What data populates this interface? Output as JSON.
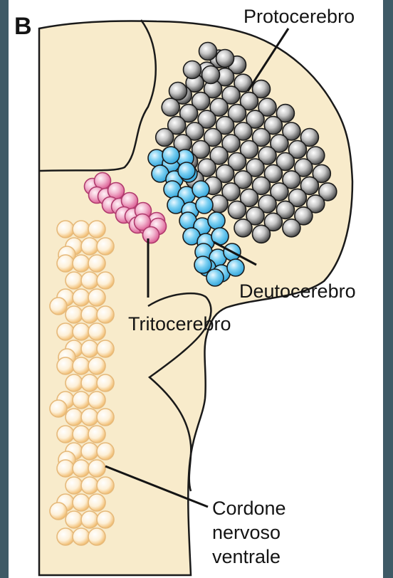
{
  "panel_letter": "B",
  "labels": {
    "protocerebro": "Protocerebro",
    "deutocerebro": "Deutocerebro",
    "tritocerebro": "Tritocerebro",
    "cordone_line1": "Cordone",
    "cordone_line2": "nervoso",
    "cordone_line3": "ventrale"
  },
  "colors": {
    "background": "#3f5a66",
    "tissue": "#f8ebcb",
    "outline": "#1a1a1a",
    "protocerebro_cells": "#3a3a3a",
    "deutocerebro_cells": "#2aa0d8",
    "tritocerebro_cells": "#d9548e",
    "ventral_cord_cells": "#f0b560"
  }
}
